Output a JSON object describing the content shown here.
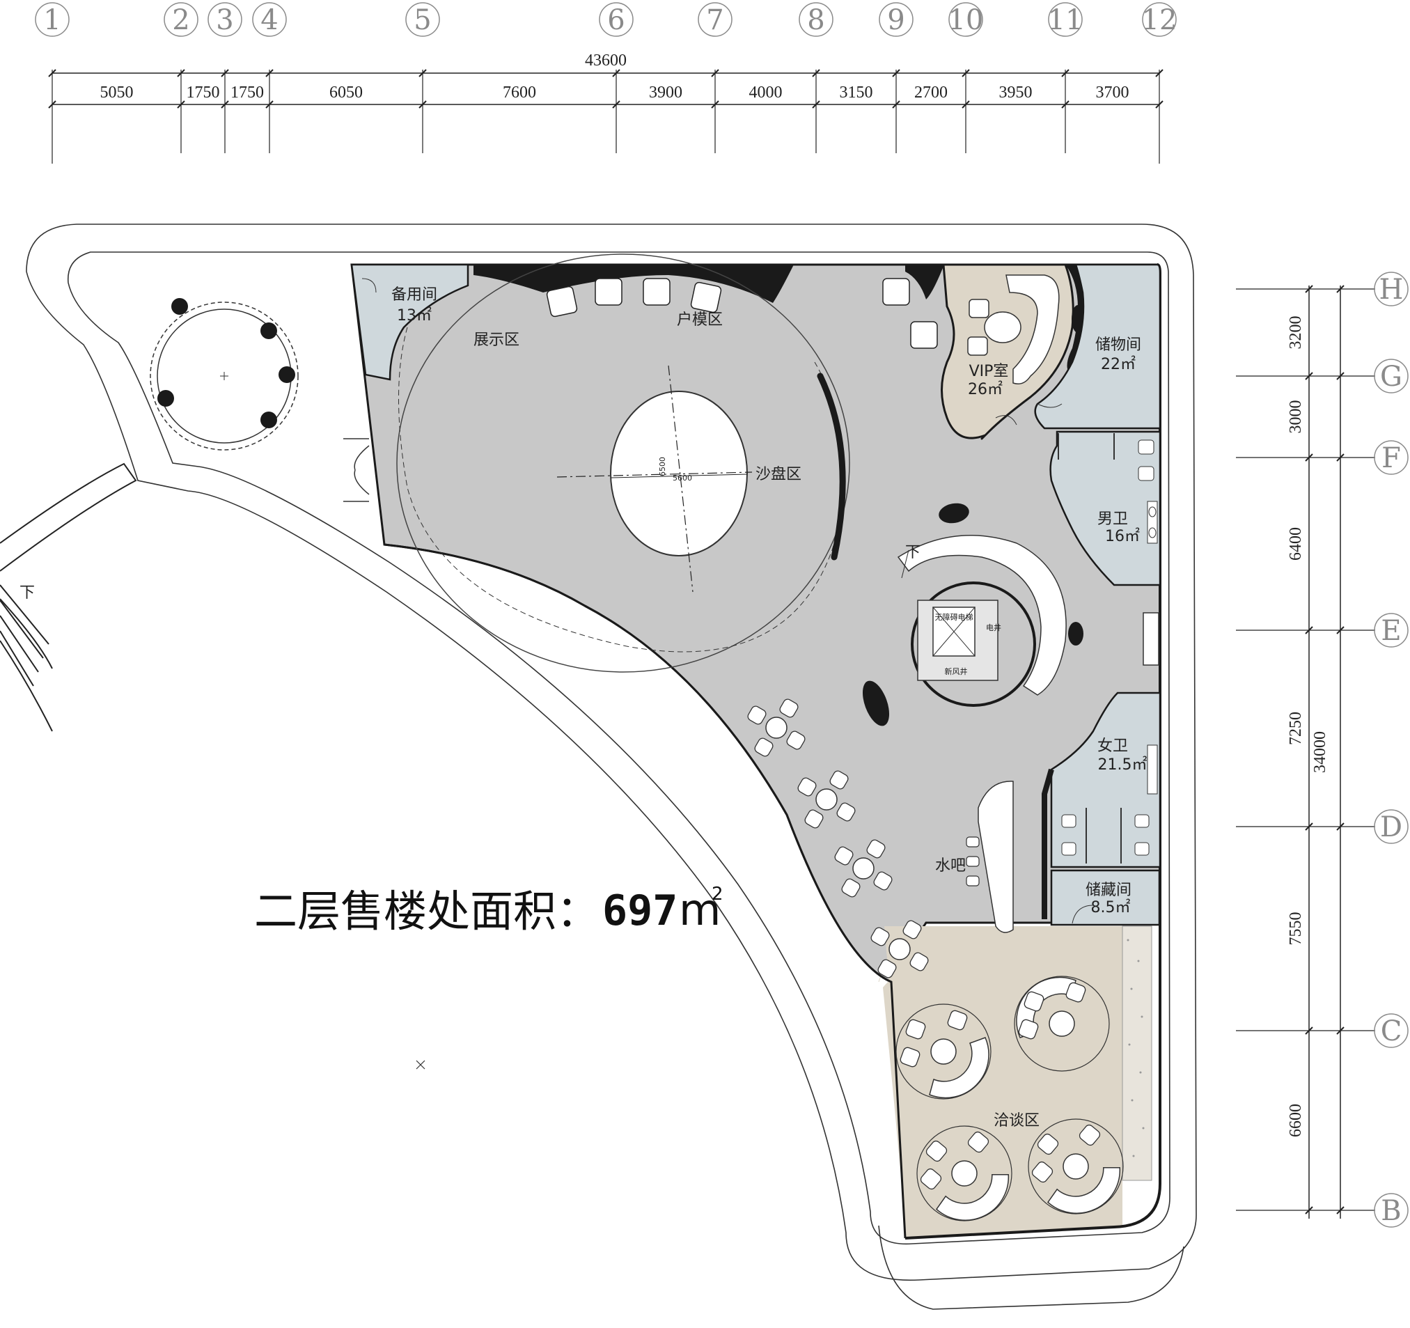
{
  "total_width": "43600",
  "total_height": "34000",
  "column_axes": [
    {
      "label": "1",
      "dim": "5050"
    },
    {
      "label": "2",
      "dim": "1750"
    },
    {
      "label": "3",
      "dim": "1750"
    },
    {
      "label": "4",
      "dim": "6050"
    },
    {
      "label": "5",
      "dim": "7600"
    },
    {
      "label": "6",
      "dim": "3900"
    },
    {
      "label": "7",
      "dim": "4000"
    },
    {
      "label": "8",
      "dim": "3150"
    },
    {
      "label": "9",
      "dim": "2700"
    },
    {
      "label": "10",
      "dim": "3950"
    },
    {
      "label": "11",
      "dim": "3700"
    },
    {
      "label": "12",
      "dim": ""
    }
  ],
  "row_axes": [
    {
      "label": "H",
      "dim": "3200"
    },
    {
      "label": "G",
      "dim": "3000"
    },
    {
      "label": "F",
      "dim": "6400"
    },
    {
      "label": "E",
      "dim": "7250"
    },
    {
      "label": "D",
      "dim": "7550"
    },
    {
      "label": "C",
      "dim": "6600"
    },
    {
      "label": "B",
      "dim": ""
    }
  ],
  "rooms": {
    "spare_room": {
      "name": "备用间",
      "area": "13㎡"
    },
    "exhibition": {
      "name": "展示区"
    },
    "unit_model": {
      "name": "户模区"
    },
    "sand_table": {
      "name": "沙盘区"
    },
    "vip": {
      "name": "VIP室",
      "area": "26㎡"
    },
    "storage": {
      "name": "储物间",
      "area": "22㎡"
    },
    "mens_wc": {
      "name": "男卫",
      "area": "16㎡"
    },
    "womens_wc": {
      "name": "女卫",
      "area": "21.5㎡"
    },
    "storeroom": {
      "name": "储藏间",
      "area": "8.5㎡"
    },
    "water_bar": {
      "name": "水吧"
    },
    "negotiation": {
      "name": "洽谈区"
    }
  },
  "small_labels": {
    "down1": "下",
    "down2": "下",
    "elevator": "无障碍电梯",
    "elec_shaft": "电井",
    "fresh_air": "新风井",
    "sand_dim_w": "5600",
    "sand_dim_h": "6500"
  },
  "title": {
    "text": "二层售楼处面积：",
    "number": "697",
    "unit": "m",
    "sup": "2"
  },
  "colors": {
    "floor_gray": "#c8c8c8",
    "service_blue": "#cfd8dc",
    "lounge_beige": "#ddd6c8",
    "wall_dark": "#1a1a1a",
    "axis_gray": "#8a8a8a"
  }
}
